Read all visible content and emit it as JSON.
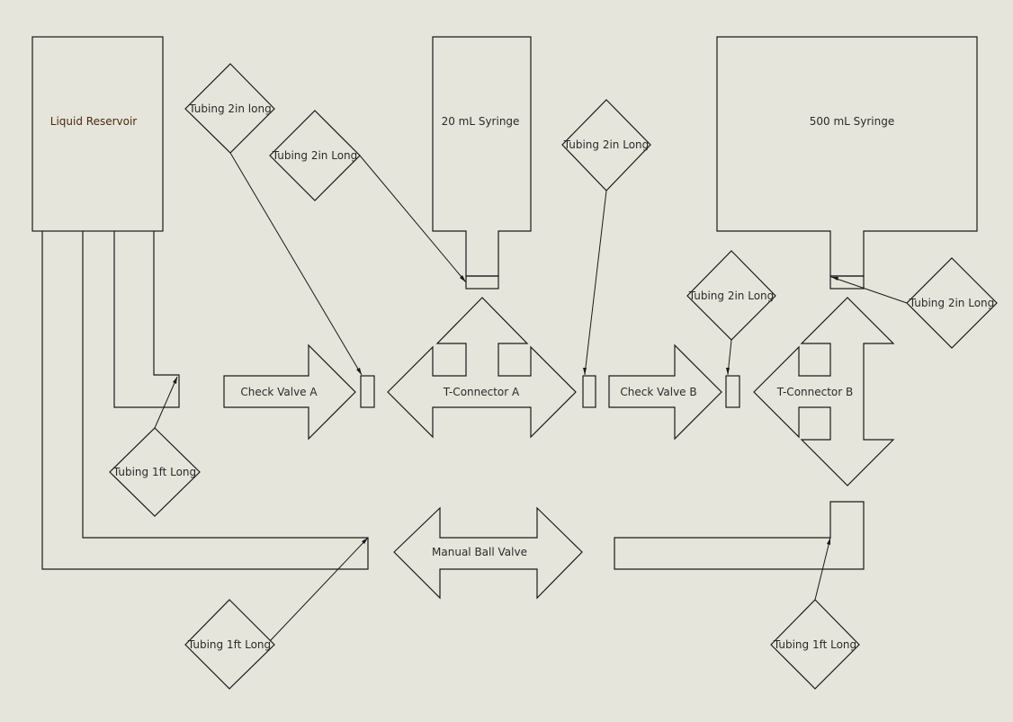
{
  "components": {
    "liquid_reservoir": "Liquid Reservoir",
    "syringe_20": "20 mL Syringe",
    "syringe_500": "500 mL Syringe",
    "check_valve_a": "Check Valve A",
    "check_valve_b": "Check Valve B",
    "t_connector_a": "T-Connector A",
    "t_connector_b": "T-Connector B",
    "manual_ball_valve": "Manual Ball Valve"
  },
  "callouts": {
    "tubing_2in_top_left": "Tubing 2in long",
    "tubing_2in_syringe20": "Tubing 2in Long",
    "tubing_2in_middle": "Tubing 2in Long",
    "tubing_2in_check_b": "Tubing 2in Long",
    "tubing_2in_syringe500": "Tubing 2in Long",
    "tubing_1ft_left": "Tubing 1ft Long",
    "tubing_1ft_bottom_left": "Tubing 1ft Long",
    "tubing_1ft_bottom_right": "Tubing 1ft Long"
  }
}
